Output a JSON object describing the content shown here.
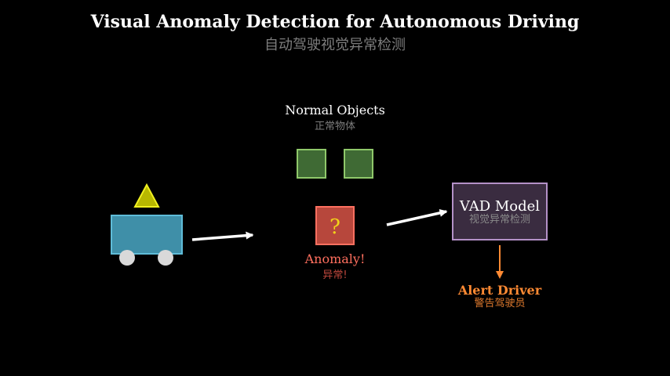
{
  "title": "Visual Anomaly Detection for Autonomous Driving",
  "subtitle": "自动驾驶视觉异常检测",
  "normal_objects": {
    "label": "Normal Objects",
    "label_cn": "正常物体"
  },
  "anomaly": {
    "symbol": "?",
    "label": "Anomaly!",
    "label_cn": "异常!"
  },
  "model": {
    "label": "VAD Model",
    "label_cn": "视觉异常检测"
  },
  "alert": {
    "label": "Alert Driver",
    "label_cn": "警告驾驶员"
  },
  "colors": {
    "background": "#000000",
    "vehicle_body": "#3f8fa8",
    "vehicle_border": "#5fbcd8",
    "wheel": "#d9d9d9",
    "sensor_fill": "#b8b800",
    "sensor_border": "#f0f020",
    "normal_fill": "#3f6a34",
    "normal_border": "#8fc86a",
    "anomaly_fill": "#b7473c",
    "anomaly_border": "#ff7060",
    "anomaly_symbol": "#f2d21a",
    "anomaly_text": "#ff6f5e",
    "model_fill": "#3a2c40",
    "model_border": "#b491c8",
    "alert": "#ff8a33",
    "arrow": "#ffffff",
    "secondary_text": "#8a8a8a"
  }
}
